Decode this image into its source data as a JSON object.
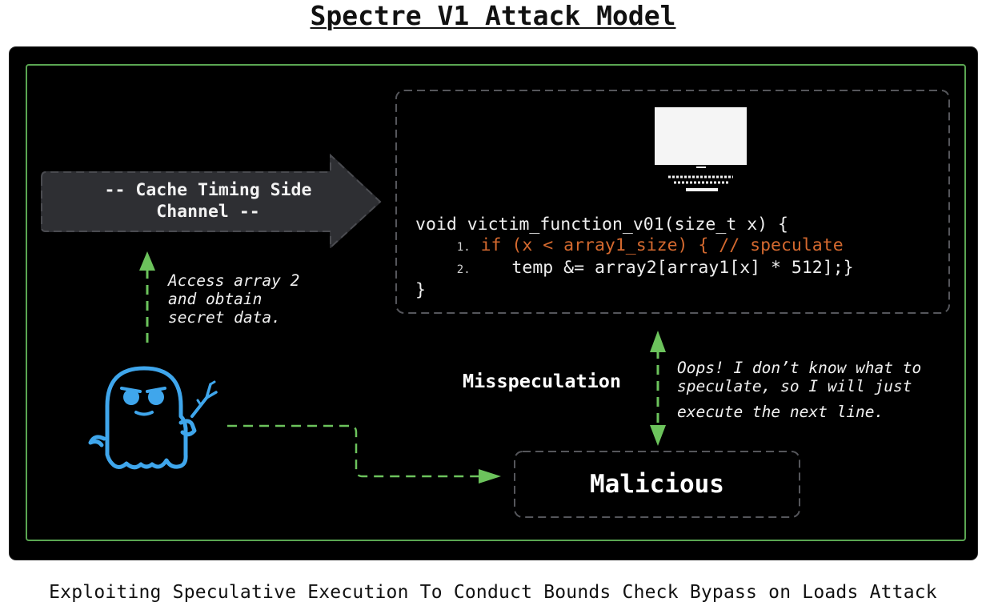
{
  "title": "Spectre V1 Attack Model",
  "caption": "Exploiting Speculative Execution To Conduct Bounds Check Bypass on Loads Attack",
  "cache_arrow": {
    "line1": "-- Cache Timing Side",
    "line2": "Channel --"
  },
  "access_note": {
    "line1": "Access array 2",
    "line2": "and obtain",
    "line3": "secret data."
  },
  "code": {
    "signature": "void victim_function_v01(size_t x) {",
    "line1_number": "1.",
    "line1_text": "if (x < array1_size) { // speculate",
    "line2_number": "2.",
    "line2_text": "   temp &= array2[array1[x] * 512];}",
    "closing": "}"
  },
  "misspeculation_label": "Misspeculation",
  "oops_note": {
    "line1": "Oops! I don’t know what to",
    "line2": "speculate, so I will just",
    "line3": "execute the next line."
  },
  "malicious_label": "Malicious",
  "colors": {
    "frame_bg": "#000000",
    "frame_border": "#5aa652",
    "arrow_green": "#6cc35c",
    "box_bg": "#2e2f33",
    "highlight_code": "#d4692f",
    "ghost_blue": "#3fa6ec"
  },
  "icons": [
    "monitor-icon",
    "spectre-ghost-icon"
  ]
}
